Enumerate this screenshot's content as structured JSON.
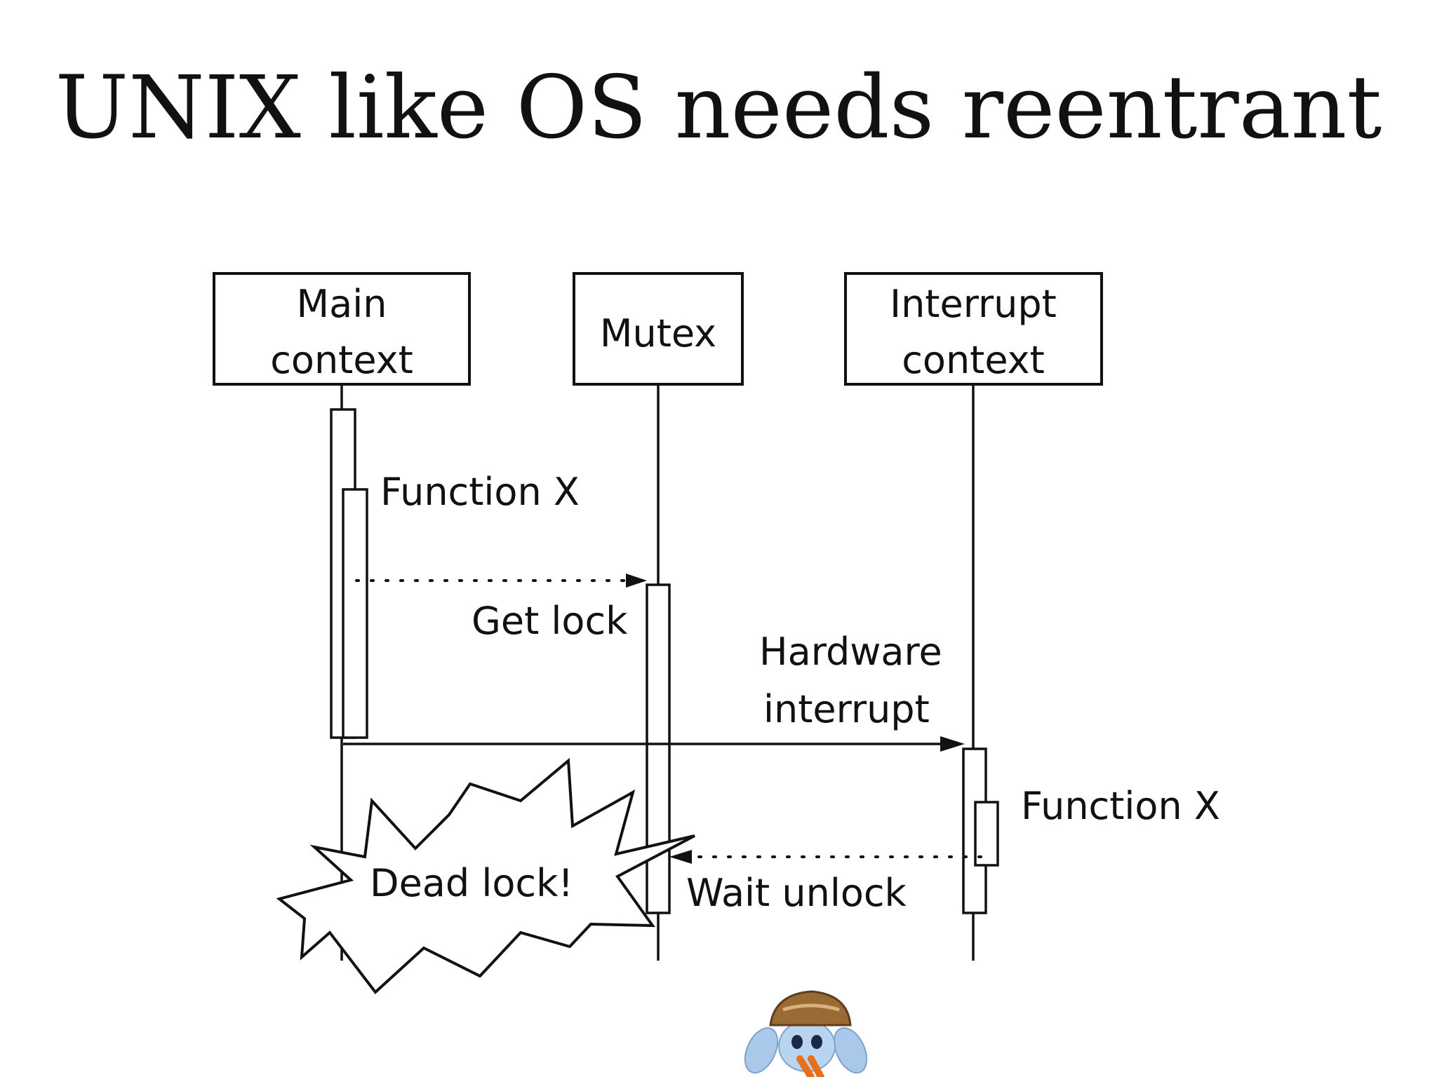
{
  "slide": {
    "title": "UNIX like OS needs reentrant"
  },
  "participants": [
    {
      "line1": "Main",
      "line2": "context"
    },
    {
      "line1": "Mutex"
    },
    {
      "line1": "Interrupt",
      "line2": "context"
    }
  ],
  "messages": {
    "main_function": "Function X",
    "get_lock": "Get lock",
    "hw_interrupt_line1": "Hardware",
    "hw_interrupt_line2": "interrupt",
    "interrupt_function": "Function X",
    "wait_unlock": "Wait unlock"
  },
  "callout": {
    "text": "Dead lock!"
  },
  "logo": {
    "icon": "hermit-crab-mascot-icon"
  }
}
